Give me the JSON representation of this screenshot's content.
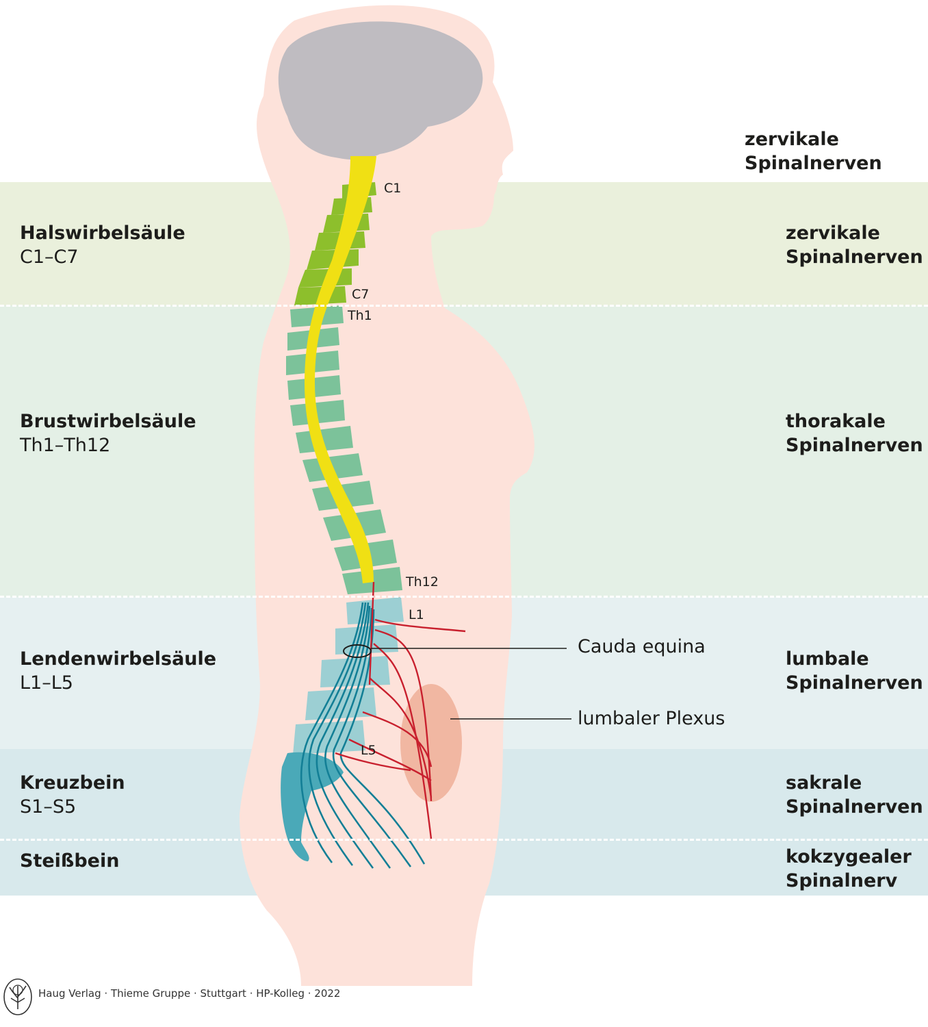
{
  "left_labels": [
    {
      "name": "Halswirbelsäule",
      "range": "C1–C7"
    },
    {
      "name": "Brustwirbelsäule",
      "range": "Th1–Th12"
    },
    {
      "name": "Lendenwirbelsäule",
      "range": "L1–L5"
    },
    {
      "name": "Kreuzbein",
      "range": "S1–S5"
    },
    {
      "name": "Steißbein",
      "range": ""
    }
  ],
  "right_labels": [
    {
      "line1": "zervikale",
      "line2": "Spinalnerven"
    },
    {
      "line1": "zervikale",
      "line2": "Spinalnerven"
    },
    {
      "line1": "thorakale",
      "line2": "Spinalnerven"
    },
    {
      "line1": "lumbale",
      "line2": "Spinalnerven"
    },
    {
      "line1": "sakrale",
      "line2": "Spinalnerven"
    },
    {
      "line1": "kokzygealer",
      "line2": "Spinalnerv"
    }
  ],
  "vertebra_labels": {
    "c1": "C1",
    "c7": "C7",
    "th1": "Th1",
    "th12": "Th12",
    "l1": "L1",
    "l5": "L5"
  },
  "callouts": {
    "cauda": "Cauda equina",
    "plexus": "lumbaler Plexus"
  },
  "footer": "Haug Verlag · Thieme Gruppe · Stuttgart · HP-Kolleg · 2022",
  "colors": {
    "skin": "#fde2da",
    "brain": "#bfbcc1",
    "spinal_cord": "#f0e014",
    "cervical_vertebrae": "#8dbf2c",
    "thoracic_vertebrae": "#7cc29a",
    "lumbar_vertebrae": "#9ccfd3",
    "sacrum": "#4aa9b8",
    "nerves_red": "#c8202e",
    "nerves_teal": "#137f96",
    "plexus": "#eeaf98"
  }
}
